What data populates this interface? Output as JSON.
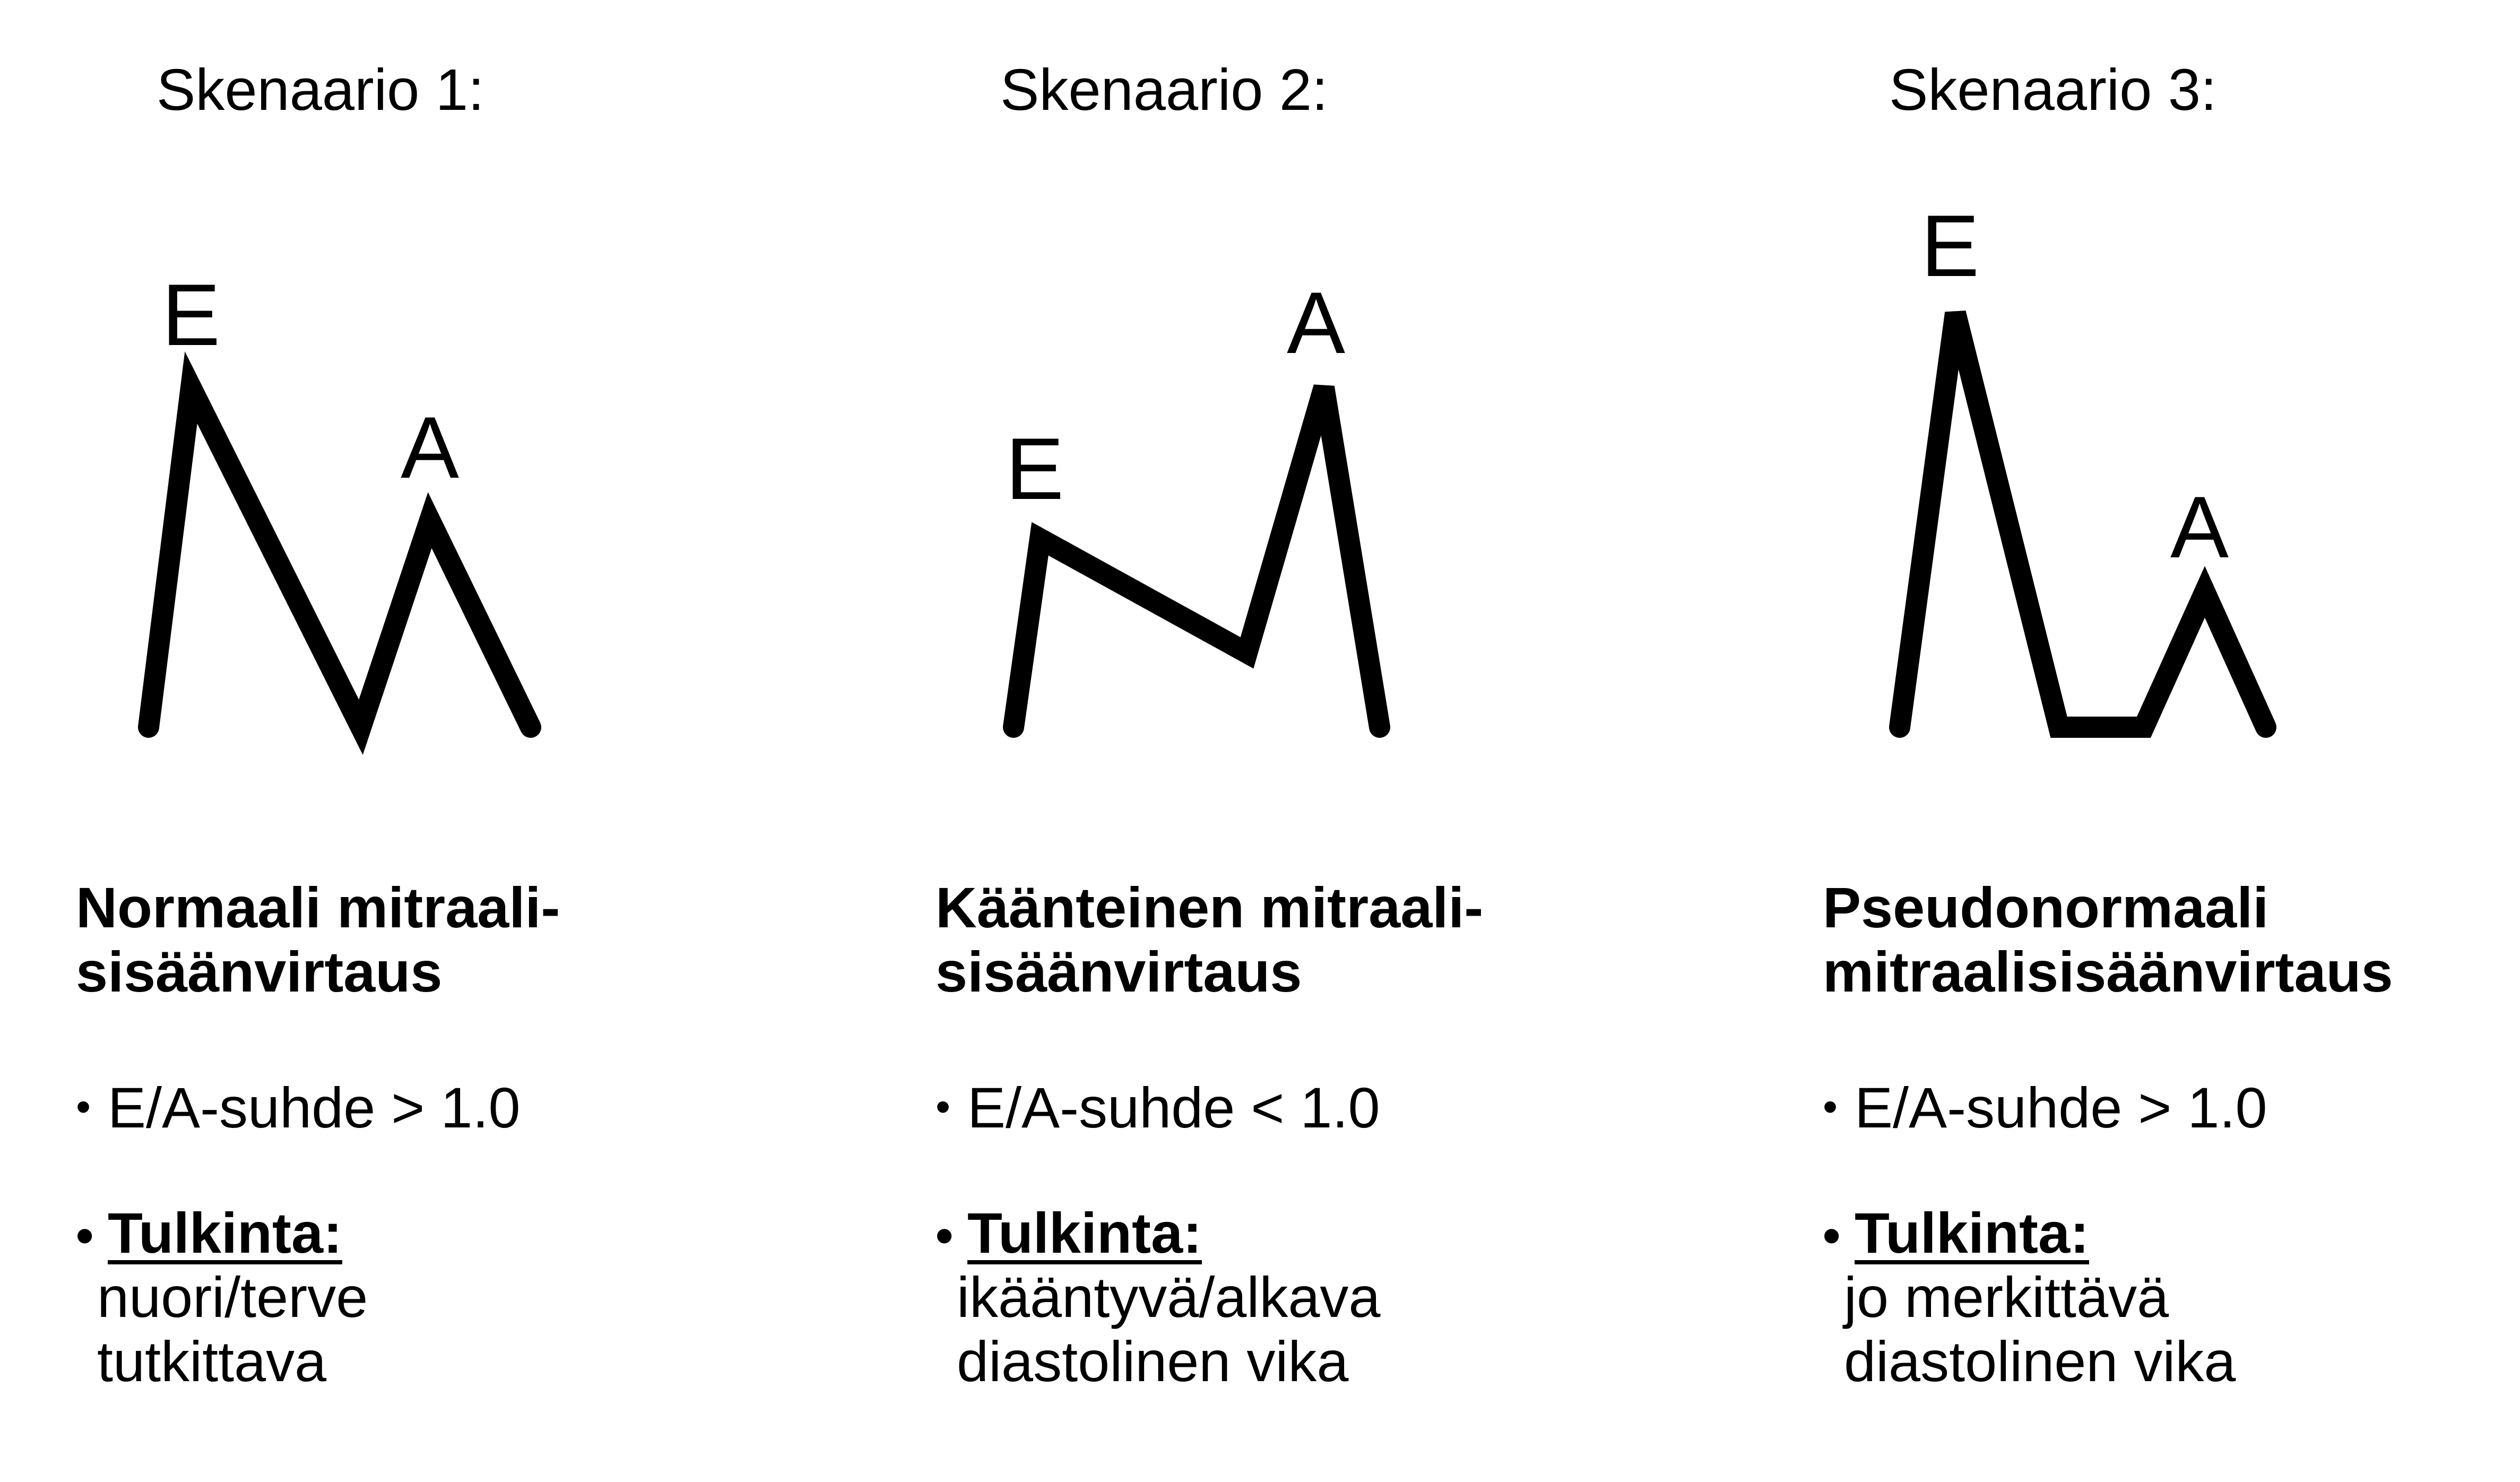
{
  "scenarios": [
    {
      "title": "Skenaario 1:",
      "e_label": "E",
      "a_label": "A",
      "heading_line1": "Normaali mitraali-",
      "heading_line2": "sisäänvirtaus",
      "bullet": "•",
      "ratio": "E/A-suhde > 1.0",
      "interp_label": "Tulkinta:",
      "interp_line1": "nuori/terve",
      "interp_line2": "tutkittava"
    },
    {
      "title": "Skenaario 2:",
      "e_label": "E",
      "a_label": "A",
      "heading_line1": "Käänteinen mitraali-",
      "heading_line2": "sisäänvirtaus",
      "bullet": "•",
      "ratio": "E/A-suhde < 1.0",
      "interp_label": "Tulkinta:",
      "interp_line1": "ikääntyvä/alkava",
      "interp_line2": "diastolinen vika"
    },
    {
      "title": "Skenaario 3:",
      "e_label": "E",
      "a_label": "A",
      "heading_line1": "Pseudonormaali",
      "heading_line2": "mitraalisisäänvirtaus",
      "bullet": "•",
      "ratio": "E/A-suhde > 1.0",
      "interp_label": "Tulkinta:",
      "interp_line1": "jo merkittävä",
      "interp_line2": "diastolinen vika"
    }
  ],
  "colors": {
    "foreground": "#000000",
    "background": "#ffffff"
  }
}
